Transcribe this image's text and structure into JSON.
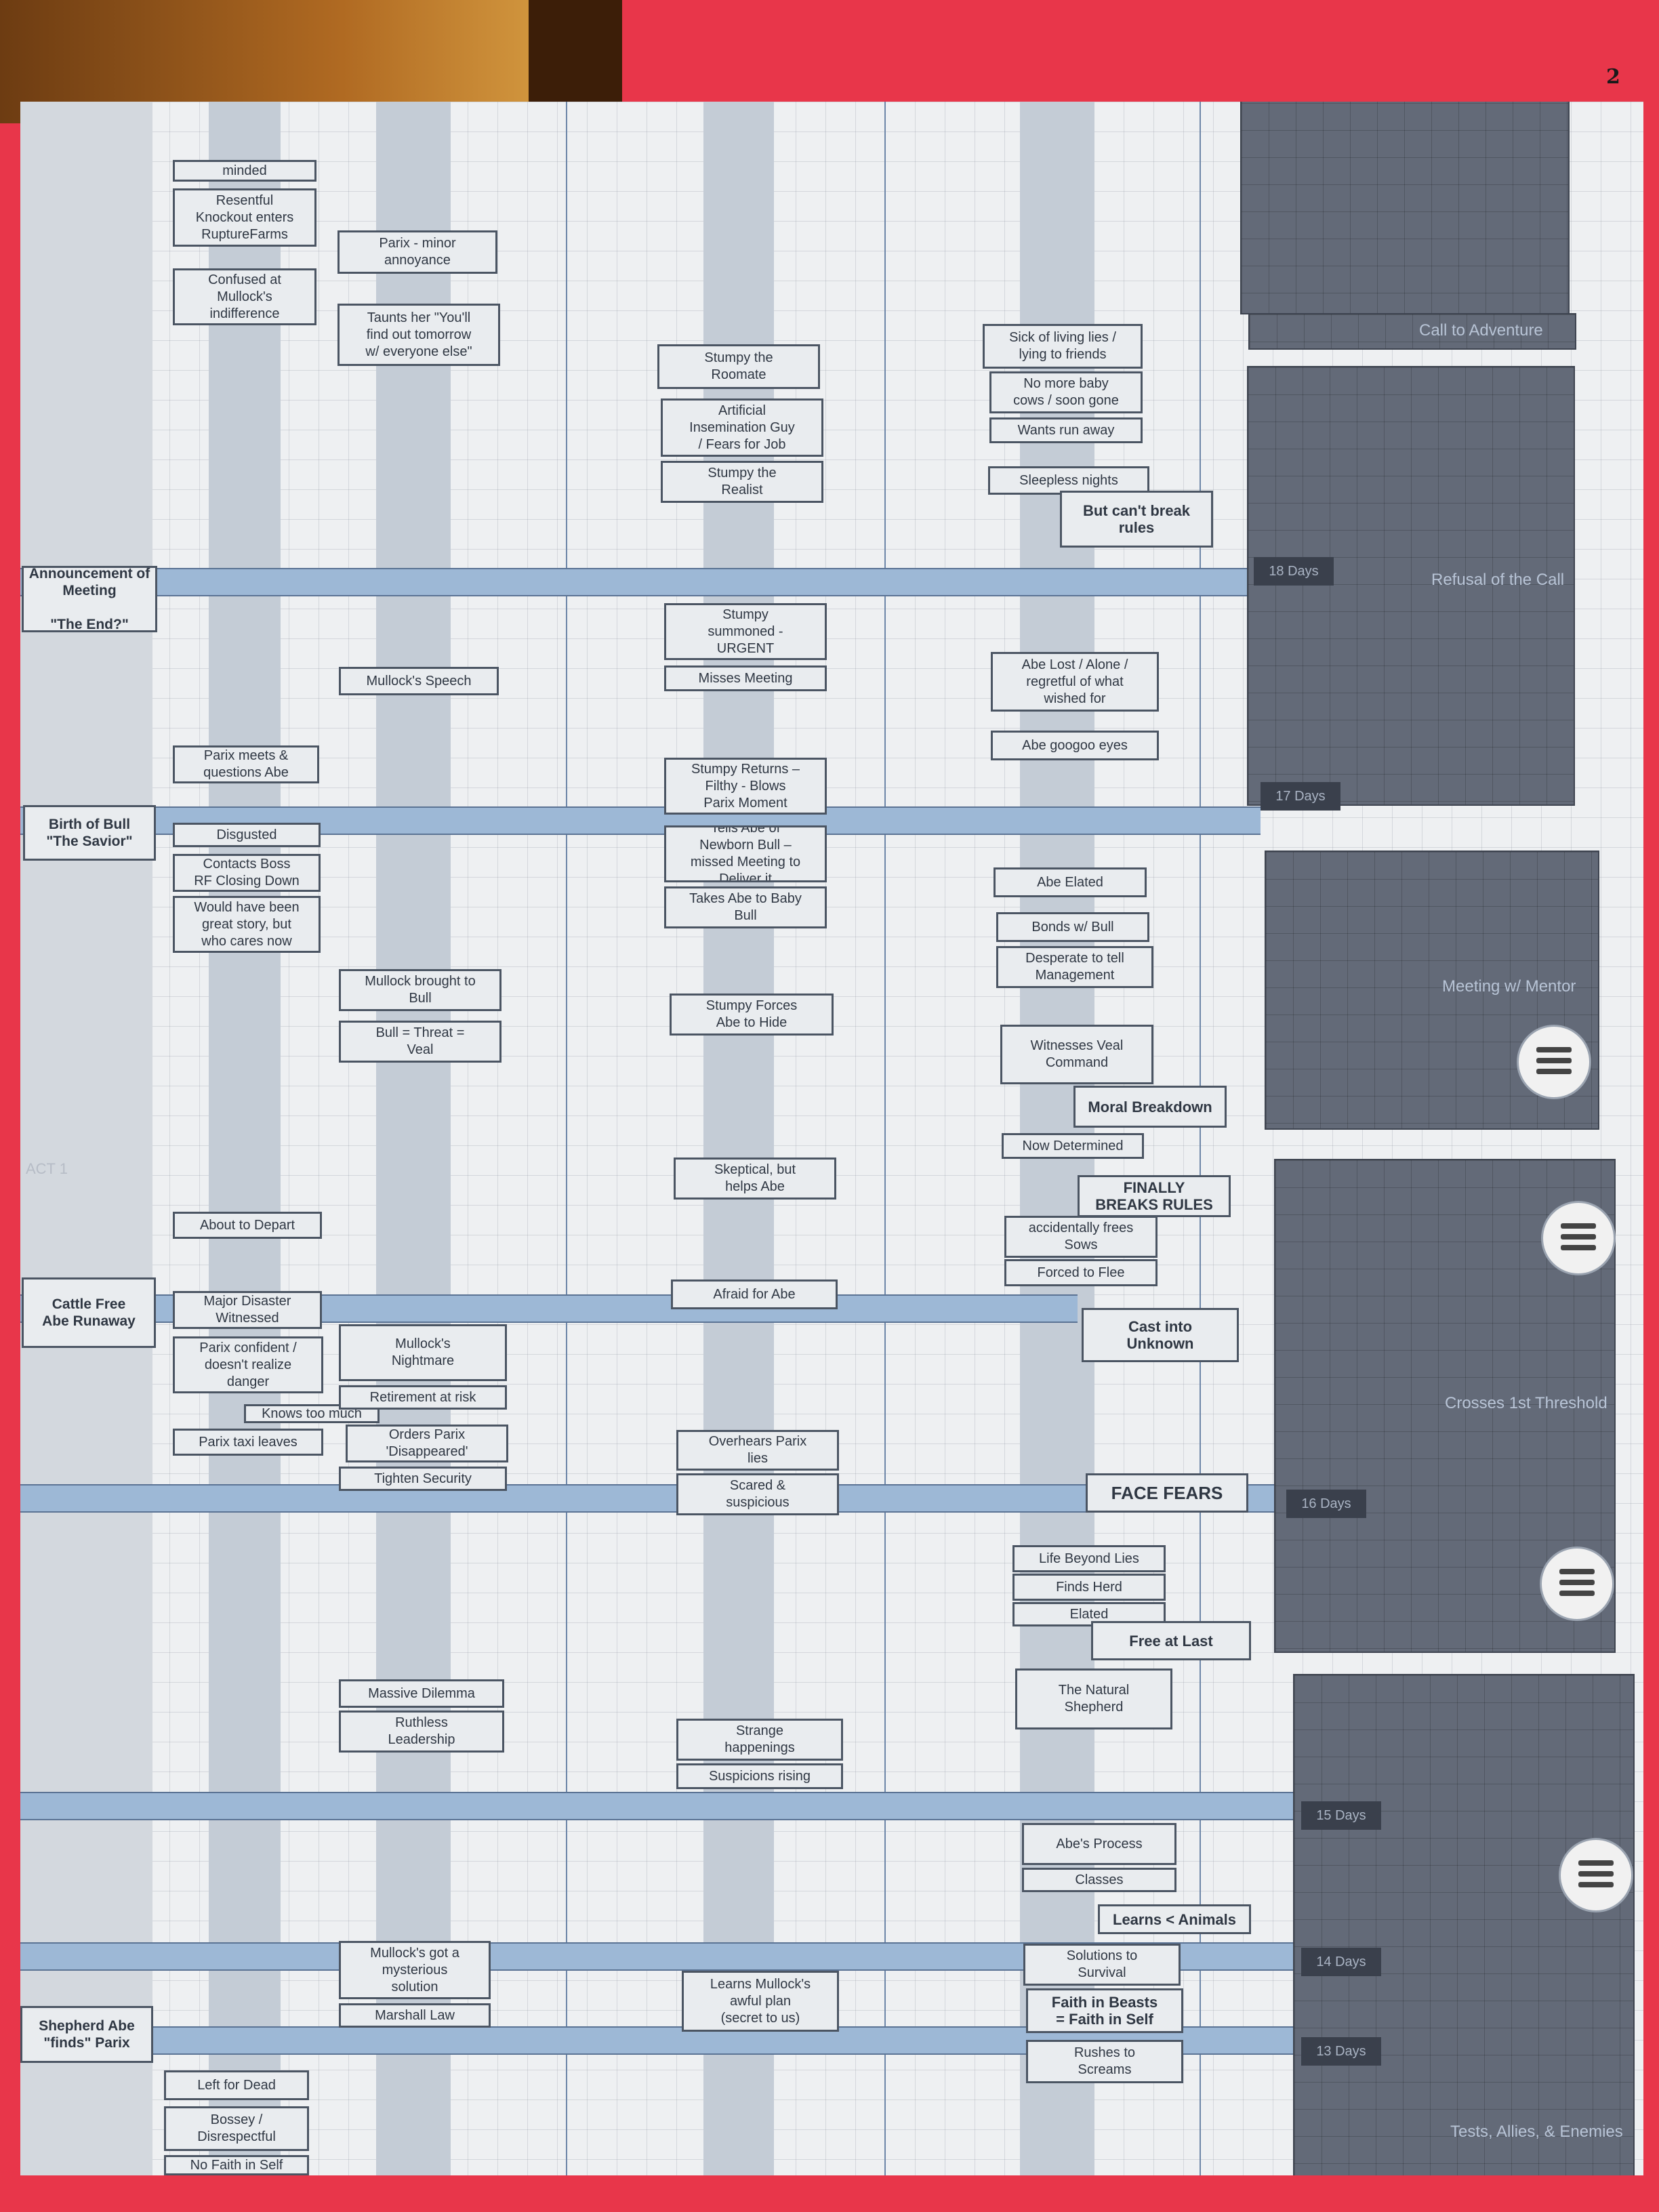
{
  "page_number": "2",
  "act_label": "ACT 1",
  "act_cards": [
    {
      "text": "Announcement of Meeting\n\n\"The End?\""
    },
    {
      "text": "Birth of Bull\n\"The Savior\""
    },
    {
      "text": "Cattle Free\nAbe Runaway"
    },
    {
      "text": "Shepherd Abe\n\"finds\" Parix"
    }
  ],
  "column1_cards": [
    {
      "text": "minded"
    },
    {
      "text": "Resentful\nKnockout enters\nRuptureFarms"
    },
    {
      "text": "Confused at\nMullock's\nindifference"
    },
    {
      "text": "Parix meets &\nquestions Abe"
    },
    {
      "text": "Disgusted"
    },
    {
      "text": "Contacts Boss\nRF Closing Down"
    },
    {
      "text": "Would have been\ngreat story, but\nwho cares now"
    },
    {
      "text": "About to Depart"
    },
    {
      "text": "Major Disaster\nWitnessed"
    },
    {
      "text": "Parix confident /\ndoesn't realize\ndanger"
    },
    {
      "text": "Knows too much"
    },
    {
      "text": "Parix taxi leaves"
    },
    {
      "text": "Left for Dead"
    },
    {
      "text": "Bossey /\nDisrespectful"
    },
    {
      "text": "No Faith in Self"
    }
  ],
  "column2_cards": [
    {
      "text": "Parix - minor\nannoyance"
    },
    {
      "text": "Taunts her \"You'll\nfind out tomorrow\nw/ everyone else\""
    },
    {
      "text": "Mullock's Speech"
    },
    {
      "text": "Mullock brought to\nBull"
    },
    {
      "text": "Bull = Threat =\nVeal"
    },
    {
      "text": "Mullock's\nNightmare"
    },
    {
      "text": "Retirement at risk"
    },
    {
      "text": "Orders Parix\n'Disappeared'"
    },
    {
      "text": "Tighten Security"
    },
    {
      "text": "Massive Dilemma"
    },
    {
      "text": "Ruthless\nLeadership"
    },
    {
      "text": "Mullock's got a\nmysterious\nsolution"
    },
    {
      "text": "Marshall Law"
    }
  ],
  "column3_cards": [
    {
      "text": "Stumpy the\nRoomate"
    },
    {
      "text": "Artificial\nInsemination Guy\n/ Fears for Job"
    },
    {
      "text": "Stumpy the\nRealist"
    },
    {
      "text": "Stumpy\nsummoned -\nURGENT"
    },
    {
      "text": "Misses Meeting"
    },
    {
      "text": "Stumpy Returns –\nFilthy - Blows\nParix Moment"
    },
    {
      "text": "Tells Abe of\nNewborn Bull –\nmissed Meeting to\nDeliver it"
    },
    {
      "text": "Takes Abe to Baby\nBull"
    },
    {
      "text": "Stumpy Forces\nAbe to Hide"
    },
    {
      "text": "Skeptical, but\nhelps Abe"
    },
    {
      "text": "Afraid for Abe"
    },
    {
      "text": "Overhears Parix\nlies"
    },
    {
      "text": "Scared &\nsuspicious"
    },
    {
      "text": "Strange\nhappenings"
    },
    {
      "text": "Suspicions rising"
    },
    {
      "text": "Learns Mullock's\nawful plan\n(secret to us)"
    }
  ],
  "column4_cards": [
    {
      "text": "Sick of living lies /\nlying to friends"
    },
    {
      "text": "No more baby\ncows / soon gone"
    },
    {
      "text": "Wants run away"
    },
    {
      "text": "Sleepless nights"
    },
    {
      "text": "But can't break\nrules"
    },
    {
      "text": "Abe Lost / Alone /\nregretful of what\nwished for"
    },
    {
      "text": "Abe googoo eyes"
    },
    {
      "text": "Abe Elated"
    },
    {
      "text": "Bonds w/ Bull"
    },
    {
      "text": "Desperate to tell\nManagement"
    },
    {
      "text": "Witnesses Veal\nCommand"
    },
    {
      "text": "Moral Breakdown"
    },
    {
      "text": "Now Determined"
    },
    {
      "text": "FINALLY\nBREAKS RULES"
    },
    {
      "text": "accidentally frees\nSows"
    },
    {
      "text": "Forced to Flee"
    },
    {
      "text": "Cast into\nUnknown"
    },
    {
      "text": "FACE FEARS"
    },
    {
      "text": "Life Beyond Lies"
    },
    {
      "text": "Finds Herd"
    },
    {
      "text": "Elated"
    },
    {
      "text": "Free at Last"
    },
    {
      "text": "The Natural\nShepherd"
    },
    {
      "text": "Abe's Process"
    },
    {
      "text": "Classes"
    },
    {
      "text": "Learns < Animals"
    },
    {
      "text": "Solutions to\nSurvival"
    },
    {
      "text": "Faith in Beasts\n= Faith in Self"
    },
    {
      "text": "Rushes to\nScreams"
    }
  ],
  "day_markers": [
    "18 Days",
    "17 Days",
    "16 Days",
    "15 Days",
    "14 Days",
    "13 Days"
  ],
  "stage_panels": [
    {
      "label": "Call to Adventure"
    },
    {
      "label": "Refusal of the Call"
    },
    {
      "label": "Meeting w/ Mentor"
    },
    {
      "label": "Crosses 1st Threshold"
    },
    {
      "label": "Tests, Allies, & Enemies"
    }
  ],
  "colors": {
    "background": "#e8364a",
    "sheet": "#eef0f2",
    "lane": "#9db8d6",
    "panel": "#636a78",
    "card": "#e9ecef"
  }
}
